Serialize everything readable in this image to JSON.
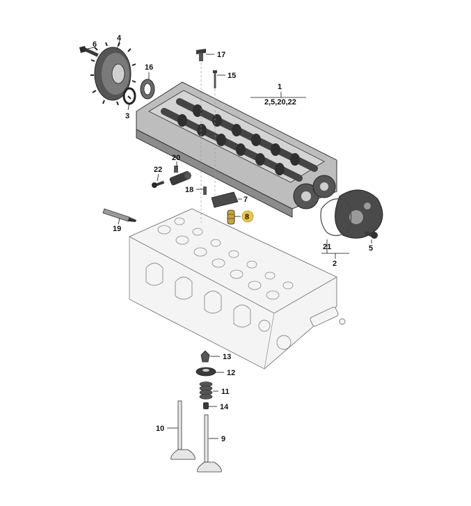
{
  "callouts": {
    "c1": "1",
    "c1_sub": "2,5,20,22",
    "c2": "2",
    "c3": "3",
    "c4": "4",
    "c5": "5",
    "c6": "6",
    "c7": "7",
    "c8": "8",
    "c9": "9",
    "c10": "10",
    "c11": "11",
    "c12": "12",
    "c13": "13",
    "c14": "14",
    "c15": "15",
    "c16": "16",
    "c17": "17",
    "c18": "18",
    "c19": "19",
    "c20": "20",
    "c21": "21",
    "c22": "22"
  },
  "colors": {
    "highlight_badge": "#e8c547",
    "part_dark": "#3a3a3a",
    "outline": "#777777"
  }
}
